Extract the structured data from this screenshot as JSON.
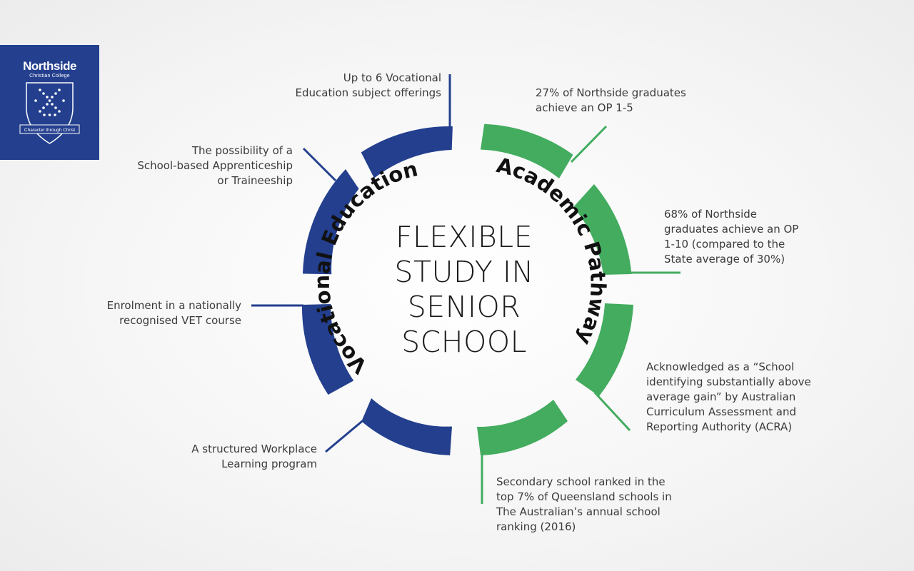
{
  "logo": {
    "name": "Northside",
    "subtitle": "Christian College",
    "motto": "Character through Christ",
    "icon": "school-crest-icon"
  },
  "center_title_lines": [
    "FLEXIBLE",
    "STUDY IN",
    "SENIOR",
    "SCHOOL"
  ],
  "arc_titles": {
    "vocational": "Vocational Education",
    "academic": "Academic Pathway"
  },
  "colors": {
    "vocational": "#233f8e",
    "academic": "#43ac5f",
    "text": "#3b3b3b",
    "title": "#1a1a1a"
  },
  "vocational_items": [
    {
      "lines": [
        "Up to 6 Vocational",
        "Education subject offerings"
      ]
    },
    {
      "lines": [
        "The possibility of a",
        "School-based Apprenticeship",
        "or Traineeship"
      ]
    },
    {
      "lines": [
        "Enrolment in a nationally",
        "recognised VET course"
      ]
    },
    {
      "lines": [
        "A structured Workplace",
        "Learning program"
      ]
    }
  ],
  "academic_items": [
    {
      "lines": [
        "27% of Northside graduates",
        "achieve an OP 1-5"
      ]
    },
    {
      "lines": [
        "68% of Northside",
        "graduates achieve an OP",
        "1-10 (compared to the",
        "State average of 30%)"
      ]
    },
    {
      "lines": [
        "Acknowledged as a “School",
        "identifying substantially above",
        "average gain” by Australian",
        "Curriculum Assessment and",
        "Reporting Authority (ACRA)"
      ]
    },
    {
      "lines": [
        "Secondary school ranked in the",
        "top 7% of Queensland schools in",
        "The Australian’s annual school",
        "ranking (2016)"
      ]
    }
  ]
}
